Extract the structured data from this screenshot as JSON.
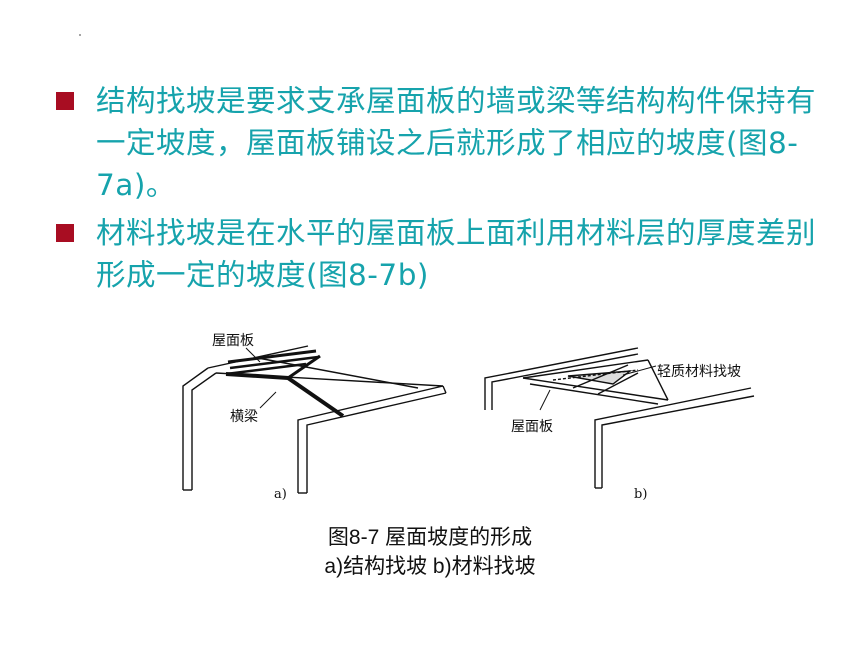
{
  "bullets": [
    {
      "text": "结构找坡是要求支承屋面板的墙或梁等结构构件保持有一定坡度，屋面板铺设之后就形成了相应的坡度(图8-7a)。"
    },
    {
      "text": "材料找坡是在水平的屋面板上面利用材料层的厚度差别形成一定的坡度(图8-7b)"
    }
  ],
  "figure": {
    "a": {
      "label_roof_slab": "屋面板",
      "label_beam": "横梁",
      "sublabel": "a)"
    },
    "b": {
      "label_light_material": "轻质材料找坡",
      "label_roof_slab": "屋面板",
      "sublabel": "b)"
    }
  },
  "caption": {
    "line1": "图8-7  屋面坡度的形成",
    "line2": "a)结构找坡  b)材料找坡"
  },
  "colors": {
    "bullet_text": "#16a3ac",
    "bullet_marker": "#a80d22"
  }
}
